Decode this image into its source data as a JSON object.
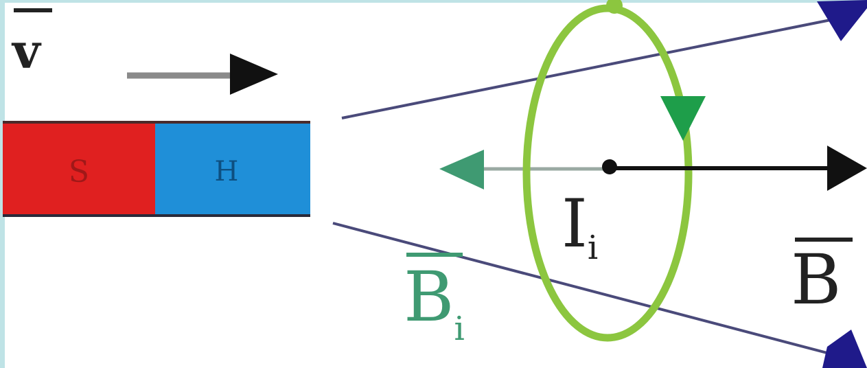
{
  "magnet": {
    "south_label": "S",
    "north_label": "H",
    "south_color": "#e02020",
    "north_color": "#1f8fd8"
  },
  "labels": {
    "velocity": "v",
    "induced_current_main": "I",
    "induced_current_sub": "i",
    "induced_field_main": "B",
    "induced_field_sub": "i",
    "field": "B"
  },
  "colors": {
    "loop": "#8cc63f",
    "loop_arrow": "#1e9e4a",
    "induced_field_arrow": "#3f9a72",
    "field_arrow": "#111111",
    "field_lines": "#4a4a7a",
    "field_line_heads": "#1f1a8a",
    "velocity_arrow": "#111111",
    "frame": "#bfe3e6"
  }
}
